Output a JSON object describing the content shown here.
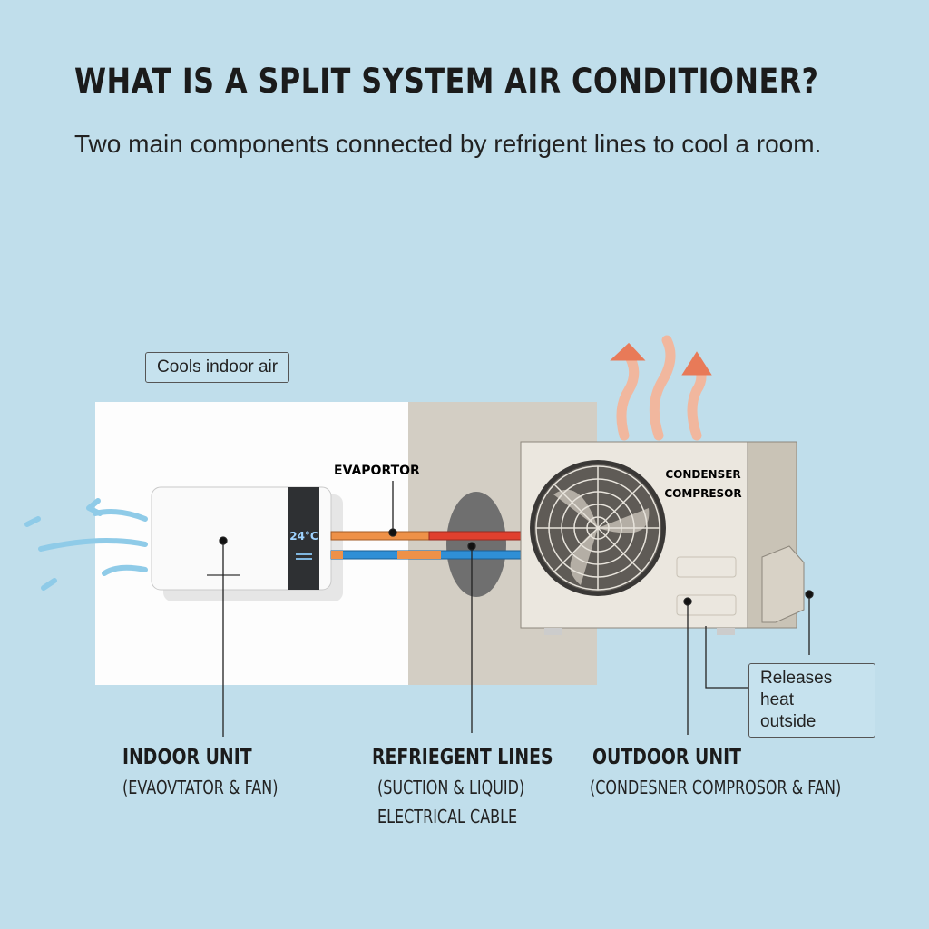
{
  "header": {
    "title": "WHAT IS A SPLIT SYSTEM AIR CONDITIONER?",
    "subtitle": "Two main components connected by refrigent lines to cool a room."
  },
  "callouts": {
    "cools": "Cools indoor air",
    "evaporator": "EVAPORTOR",
    "condenser": "CONDENSER",
    "compressor": "COMPRESOR",
    "releases_line1": "Releases heat",
    "releases_line2": "outside"
  },
  "indoor_display": "24°C",
  "labels": {
    "indoor": {
      "title": "INDOOR UNIT",
      "sub": "(EVAOVTATOR & FAN)"
    },
    "lines": {
      "title": "REFRIEGENT LINES",
      "sub": "(SUCTION & LIQUID)",
      "sub2": "ELECTRICAL CABLE"
    },
    "outdoor": {
      "title": "OUTDOOR UNIT",
      "sub": "(CONDESNER COMPROSOR & FAN)"
    }
  },
  "colors": {
    "background": "#c0deeb",
    "hot_line": "#e0402e",
    "warm_line": "#ee9148",
    "cold_line": "#2f8fd6"
  }
}
